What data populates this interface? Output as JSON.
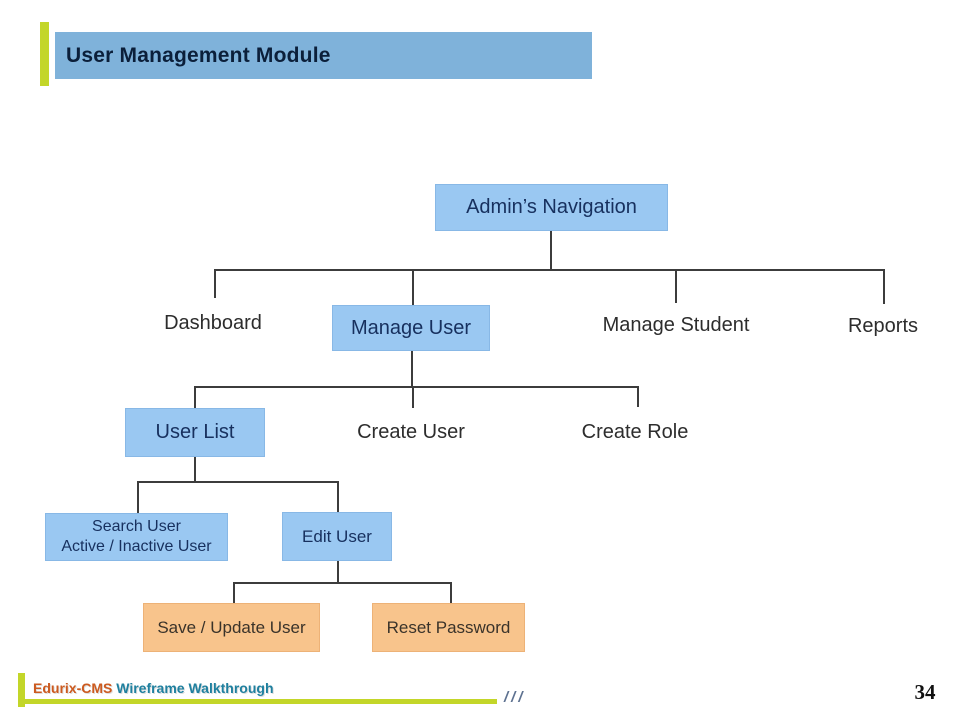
{
  "slide": {
    "title": "User Management Module",
    "page_number": "34"
  },
  "footer": {
    "brand": "Edurix-CMS",
    "subtitle": "Wireframe Walkthrough",
    "slashes": "///"
  },
  "colors": {
    "accent_green": "#c3d629",
    "header_blue": "#7fb2da",
    "node_blue": "#9ac8f2",
    "node_orange": "#f8c48c",
    "connector": "#3c3c3c",
    "brand_orange": "#cc5a1f",
    "brand_teal": "#1f809f",
    "slash_gray": "#5d7190"
  },
  "diagram": {
    "root": {
      "label": "Admin’s Navigation",
      "type": "box-blue"
    },
    "level2": [
      {
        "label": "Dashboard",
        "type": "text"
      },
      {
        "label": "Manage User",
        "type": "box-blue"
      },
      {
        "label": "Manage Student",
        "type": "text"
      },
      {
        "label": "Reports",
        "type": "text"
      }
    ],
    "level3": [
      {
        "label": "User List",
        "type": "box-blue"
      },
      {
        "label": "Create User",
        "type": "text"
      },
      {
        "label": "Create Role",
        "type": "text"
      }
    ],
    "level4": [
      {
        "line1": "Search User",
        "line2": "Active / Inactive User",
        "type": "box-blue"
      },
      {
        "label": "Edit User",
        "type": "box-blue"
      }
    ],
    "level5": [
      {
        "label": "Save / Update User",
        "type": "box-orange"
      },
      {
        "label": "Reset Password",
        "type": "box-orange"
      }
    ]
  }
}
